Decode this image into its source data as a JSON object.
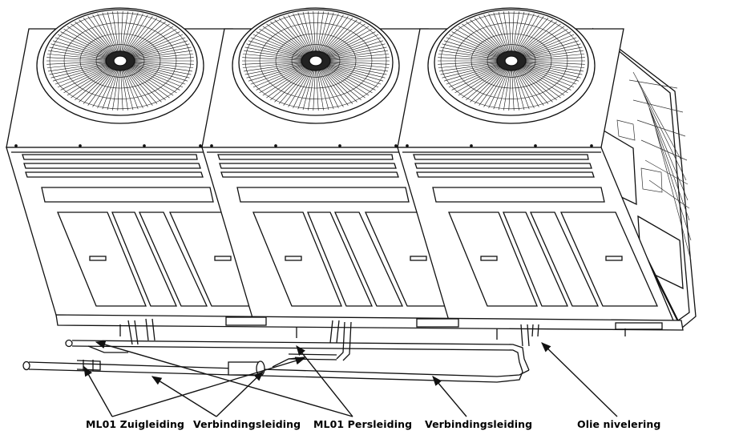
{
  "labels": {
    "zuigleiding": "ML01 Zuigleiding",
    "verbinding_1": "Verbindingsleiding",
    "persleiding": "ML01 Persleiding",
    "verbinding_2": "Verbindingsleiding",
    "olie": "Olie nivelering"
  },
  "units": [
    {
      "name": "condensing-unit-1"
    },
    {
      "name": "condensing-unit-2"
    },
    {
      "name": "condensing-unit-3"
    }
  ],
  "colors": {
    "line": "#111111",
    "background": "#ffffff"
  }
}
